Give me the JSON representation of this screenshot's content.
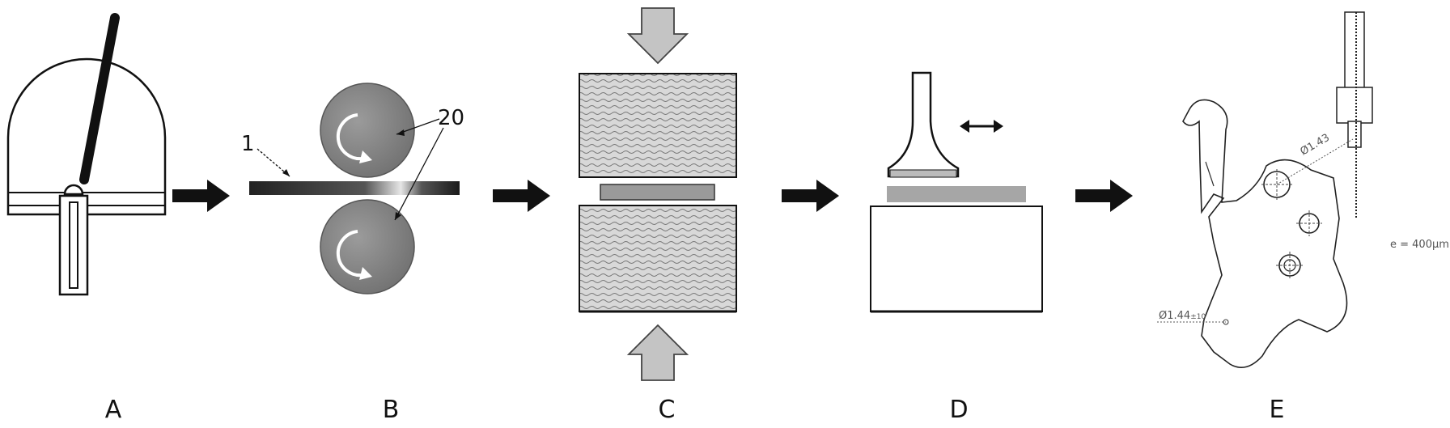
{
  "stages": {
    "a": "A",
    "b": "B",
    "c": "C",
    "d": "D",
    "e": "E"
  },
  "callouts": {
    "sheet": "1",
    "rollers": "20"
  },
  "dimensions": {
    "upper_hole": "Ø1.43",
    "lower_hole": "Ø1.44",
    "lower_hole_tol": "±10",
    "thickness": "e = 400µm"
  },
  "colors": {
    "ink": "#111111",
    "arrow": "#111111",
    "roller": "#8a8a8a",
    "platen": "#cfcfcf",
    "plate": "#9a9a9a",
    "press_arrow": "#c4c4c4"
  }
}
